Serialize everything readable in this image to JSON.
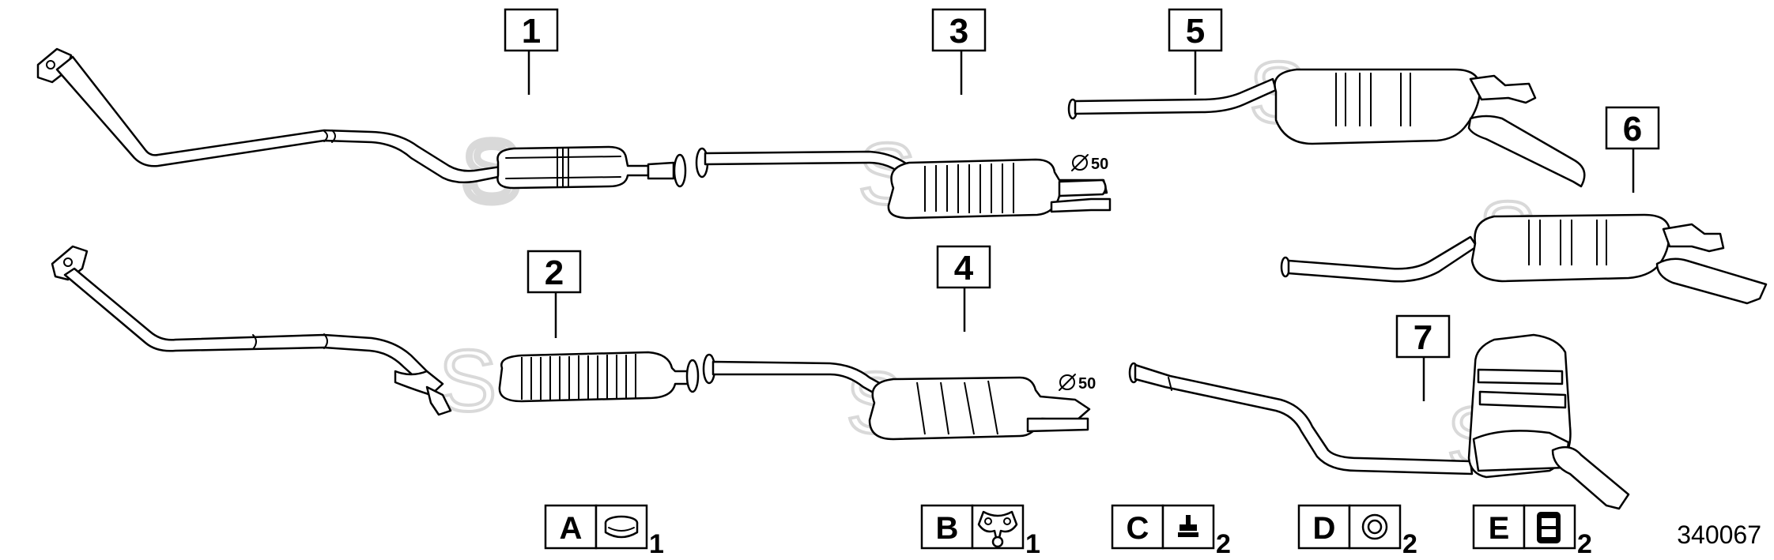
{
  "callouts": {
    "c1": "1",
    "c2": "2",
    "c3": "3",
    "c4": "4",
    "c5": "5",
    "c6": "6",
    "c7": "7"
  },
  "dimensions": {
    "diameter_3": "50",
    "diameter_4": "50"
  },
  "hardware": [
    {
      "letter": "A",
      "icon": "clamp-ring-icon",
      "qty": "1"
    },
    {
      "letter": "B",
      "icon": "rubber-hanger-icon",
      "qty": "1"
    },
    {
      "letter": "C",
      "icon": "stud-nut-icon",
      "qty": "2"
    },
    {
      "letter": "D",
      "icon": "gasket-ring-icon",
      "qty": "2"
    },
    {
      "letter": "E",
      "icon": "bracket-icon",
      "qty": "2"
    }
  ],
  "diagram_number": "340067"
}
